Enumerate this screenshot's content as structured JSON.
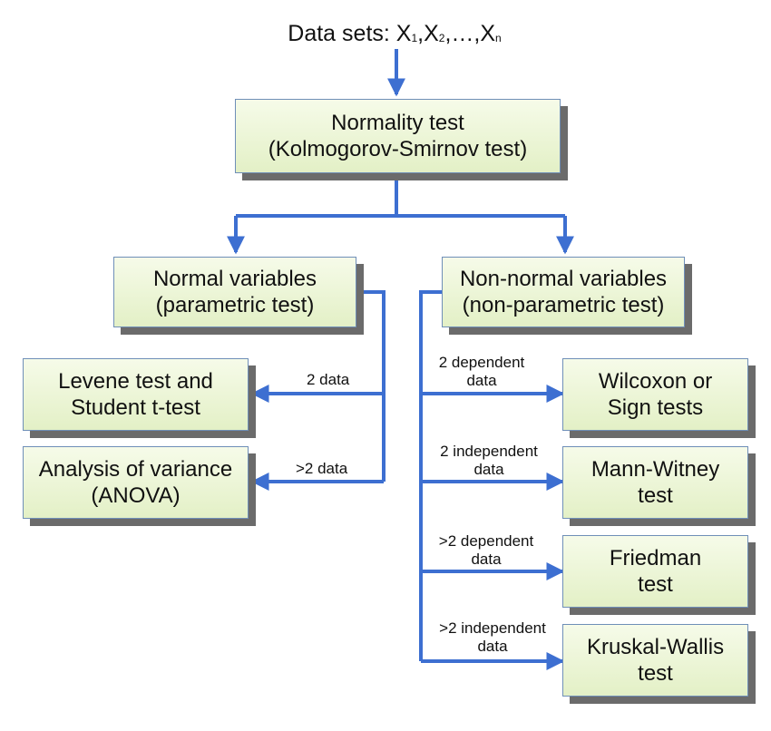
{
  "title": {
    "prefix": "Data sets: X",
    "sub1": "1",
    "sep1": ",X",
    "sub2": "2",
    "sep2": ",…,X",
    "subn": "n"
  },
  "boxes": {
    "normality": [
      "Normality test",
      "(Kolmogorov-Smirnov test)"
    ],
    "normal": [
      "Normal variables",
      "(parametric test)"
    ],
    "nonnormal": [
      "Non-normal variables",
      "(non-parametric test)"
    ],
    "levene": [
      "Levene test and",
      "Student t-test"
    ],
    "anova": [
      "Analysis of variance",
      "(ANOVA)"
    ],
    "wilcoxon": [
      "Wilcoxon or",
      "Sign tests"
    ],
    "mann": [
      "Mann-Witney",
      "test"
    ],
    "friedman": [
      "Friedman",
      "test"
    ],
    "kruskal": [
      "Kruskal-Wallis",
      "test"
    ]
  },
  "edge_labels": {
    "two_data": "2 data",
    "gt2_data": ">2 data",
    "two_dependent": [
      "2 dependent",
      "data"
    ],
    "two_independent": [
      "2 independent",
      "data"
    ],
    "gt2_dependent": [
      ">2 dependent",
      "data"
    ],
    "gt2_independent": [
      ">2 independent",
      "data"
    ]
  },
  "colors": {
    "arrow": "#3d6fd1",
    "box_fill_top": "#f6fbe9",
    "box_fill_bottom": "#e3f0c6",
    "box_border": "#6f8fb8",
    "shadow": "#6b6b6b"
  }
}
